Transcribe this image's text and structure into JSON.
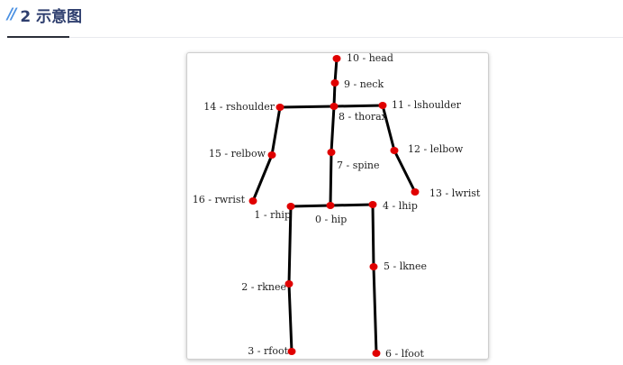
{
  "section": {
    "prefix": "//",
    "title": "2 示意图"
  },
  "figure": {
    "joint_color": "#e00000",
    "bone_color": "#000000",
    "joints": [
      {
        "id": "0",
        "label": "0 - hip"
      },
      {
        "id": "1",
        "label": "1 - rhip"
      },
      {
        "id": "2",
        "label": "2 - rknee"
      },
      {
        "id": "3",
        "label": "3 - rfoot"
      },
      {
        "id": "4",
        "label": "4 - lhip"
      },
      {
        "id": "5",
        "label": "5 - lknee"
      },
      {
        "id": "6",
        "label": "6 - lfoot"
      },
      {
        "id": "7",
        "label": "7 - spine"
      },
      {
        "id": "8",
        "label": "8 - thorax"
      },
      {
        "id": "9",
        "label": "9 - neck"
      },
      {
        "id": "10",
        "label": "10 - head"
      },
      {
        "id": "11",
        "label": "11 - lshoulder"
      },
      {
        "id": "12",
        "label": "12 - lelbow"
      },
      {
        "id": "13",
        "label": "13 - lwrist"
      },
      {
        "id": "14",
        "label": "14 - rshoulder"
      },
      {
        "id": "15",
        "label": "15 - relbow"
      },
      {
        "id": "16",
        "label": "16 - rwrist"
      }
    ]
  }
}
